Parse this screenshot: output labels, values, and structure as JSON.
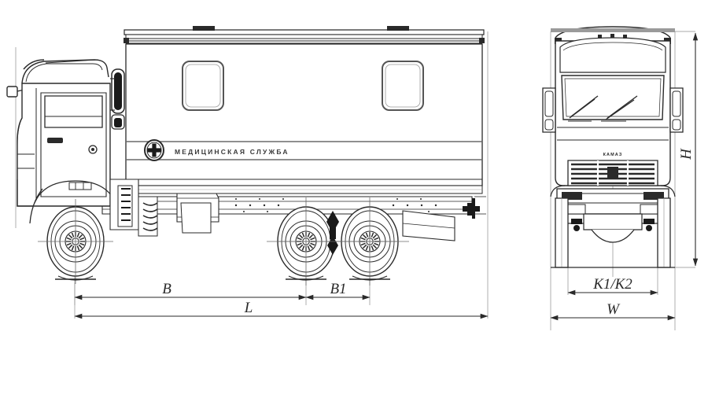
{
  "drawing": {
    "title": "KAMAZ medical service truck dimensional drawing",
    "background_color": "#ffffff",
    "line_color": "#2a2a2a",
    "views": [
      {
        "name": "side-view",
        "label": ""
      },
      {
        "name": "front-view",
        "label": ""
      }
    ]
  },
  "body_markings": {
    "emblem": "medical-cross-emblem",
    "side_text": "МЕДИЦИНСКАЯ СЛУЖБА"
  },
  "front_markings": {
    "grille_text": "КАМАЗ"
  },
  "dimensions": {
    "side": [
      {
        "id": "B",
        "label": "B",
        "name": "dimension-b-wheelbase"
      },
      {
        "id": "B1",
        "label": "B1",
        "name": "dimension-b1-rear-axle-spread"
      },
      {
        "id": "L",
        "label": "L",
        "name": "dimension-l-overall-length"
      }
    ],
    "front": [
      {
        "id": "H",
        "label": "H",
        "name": "dimension-h-overall-height"
      },
      {
        "id": "K1/K2",
        "label": "K1/K2",
        "name": "dimension-k-track-width"
      },
      {
        "id": "W",
        "label": "W",
        "name": "dimension-w-overall-width"
      }
    ]
  }
}
